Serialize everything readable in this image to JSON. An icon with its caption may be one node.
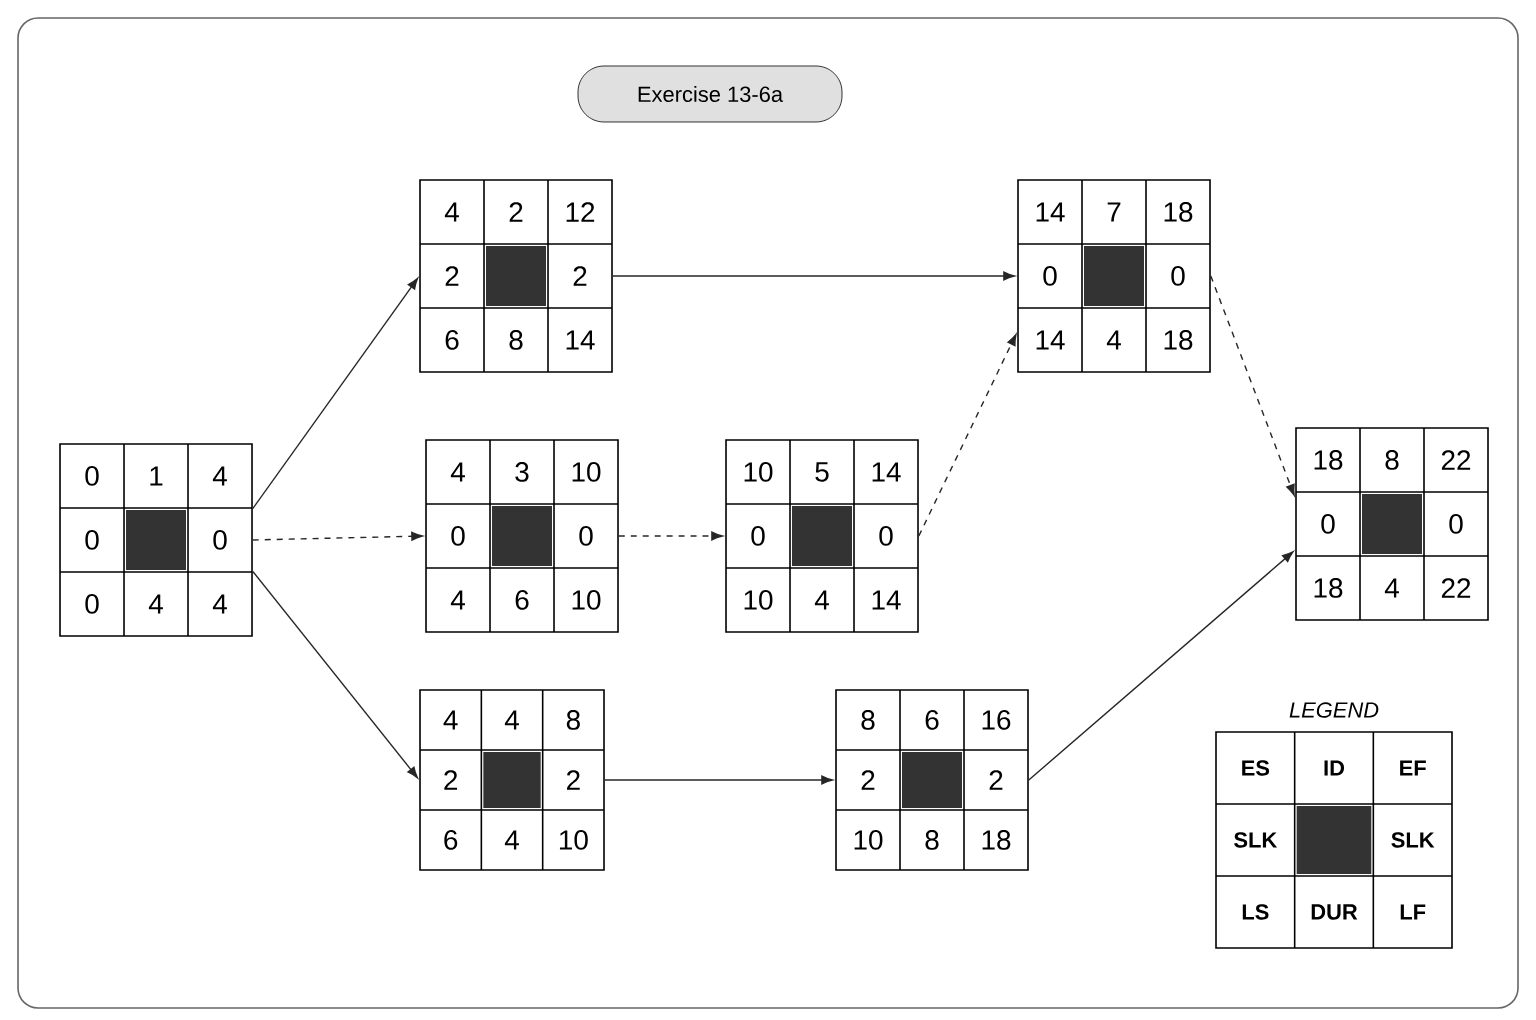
{
  "diagram": {
    "title": "Exercise 13-6a",
    "nodes": [
      {
        "text": [
          "0",
          "1",
          "4",
          "0",
          "0",
          "0",
          "4",
          "4"
        ]
      },
      {
        "text": [
          "4",
          "2",
          "12",
          "2",
          "2",
          "6",
          "8",
          "14"
        ]
      },
      {
        "text": [
          "4",
          "3",
          "10",
          "0",
          "0",
          "4",
          "6",
          "10"
        ]
      },
      {
        "text": [
          "4",
          "4",
          "8",
          "2",
          "2",
          "6",
          "4",
          "10"
        ]
      },
      {
        "text": [
          "10",
          "5",
          "14",
          "0",
          "0",
          "10",
          "4",
          "14"
        ]
      },
      {
        "text": [
          "8",
          "6",
          "16",
          "2",
          "2",
          "10",
          "8",
          "18"
        ]
      },
      {
        "text": [
          "14",
          "7",
          "18",
          "0",
          "0",
          "14",
          "4",
          "18"
        ]
      },
      {
        "text": [
          "18",
          "8",
          "22",
          "0",
          "0",
          "18",
          "4",
          "22"
        ]
      },
      {
        "text": [
          "LEGEND",
          "ES",
          "ID",
          "EF",
          "SLK",
          "SLK",
          "LS",
          "DUR",
          "LF"
        ]
      }
    ],
    "edges": [
      {
        "from": 0,
        "to": 1,
        "arrow": "to"
      },
      {
        "from": 0,
        "to": 2,
        "arrow": "to",
        "style": "dashed"
      },
      {
        "from": 0,
        "to": 3,
        "arrow": "to"
      },
      {
        "from": 1,
        "to": 6,
        "arrow": "to"
      },
      {
        "from": 2,
        "to": 4,
        "arrow": "to",
        "style": "dashed"
      },
      {
        "from": 4,
        "to": 6,
        "arrow": "to",
        "style": "dashed"
      },
      {
        "from": 3,
        "to": 5,
        "arrow": "to"
      },
      {
        "from": 5,
        "to": 7,
        "arrow": "to"
      },
      {
        "from": 6,
        "to": 7,
        "arrow": "to",
        "style": "dashed"
      }
    ]
  }
}
